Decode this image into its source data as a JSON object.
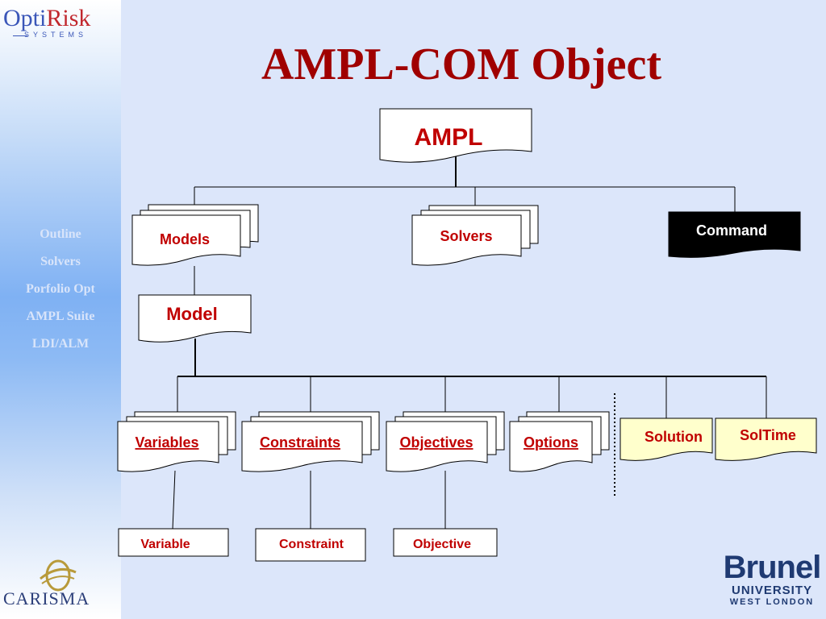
{
  "logo": {
    "brand_left": "Opti",
    "brand_right": "Risk",
    "brand_sub": "SYSTEMS",
    "partner": "CARISMA"
  },
  "sidebar": {
    "items": [
      "Outline",
      "Solvers",
      "Porfolio Opt",
      "AMPL Suite",
      "LDI/ALM"
    ]
  },
  "slide": {
    "title": "AMPL-COM Object"
  },
  "diagram": {
    "root": "AMPL",
    "level1": [
      "Models",
      "Solvers",
      "Command"
    ],
    "model": "Model",
    "level2": [
      "Variables",
      "Constraints",
      "Objectives",
      "Options",
      "Solution",
      "SolTime"
    ],
    "level3": [
      "Variable",
      "Constraint",
      "Objective"
    ]
  },
  "university": {
    "name": "Brunel",
    "line2": "UNIVERSITY",
    "line3": "WEST LONDON"
  },
  "colors": {
    "title": "#a00000",
    "label_red": "#c00000",
    "command_bg": "#000000",
    "highlight_bg": "#ffffcc",
    "background": "#dce6fa"
  }
}
